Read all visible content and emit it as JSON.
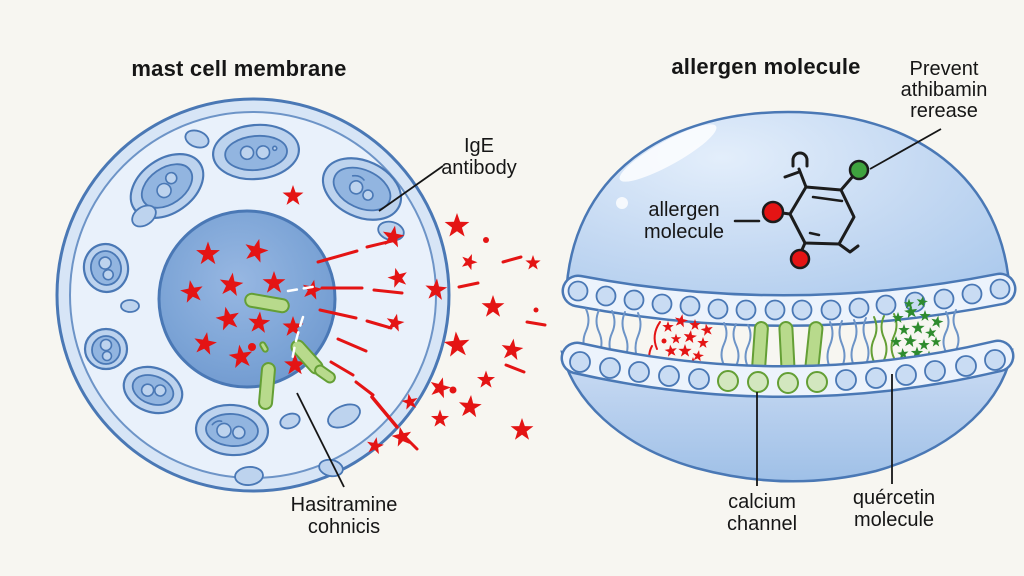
{
  "background_color": "#f7f6f1",
  "colors": {
    "bg": "#f7f6f1",
    "outline": "#4a78b5",
    "outline-soft": "#6d94c7",
    "cell-ring": "#d7e5f6",
    "cytoplasm": "#e9f1fb",
    "organelle": "#bdd3ee",
    "organelle-inner": "#92b5e0",
    "star-red": "#e41414",
    "rod-green": "#b8da8c",
    "rod-green-stroke": "#649f35",
    "q-green": "#2e8b2e",
    "atom-green": "#3fa33f",
    "band-fill": "#ecf3fc",
    "head-fill": "#c9dcf3",
    "head-green-fill": "#d3e7bf",
    "text": "#161616"
  },
  "left": {
    "title": "mast cell membrane",
    "ige_label": [
      "IgE",
      "antibody"
    ],
    "histamine_label": [
      "Hasitramine",
      "cohnicis"
    ]
  },
  "right": {
    "title": "allergen molecule",
    "prevent_label": [
      "Prevent",
      "athibamin",
      "rerease"
    ],
    "allergen_label": [
      "allergen",
      "molecule"
    ],
    "calcium_label": [
      "calcium",
      "channel"
    ],
    "quercetin_label": [
      "quércetin",
      "molecule"
    ]
  }
}
